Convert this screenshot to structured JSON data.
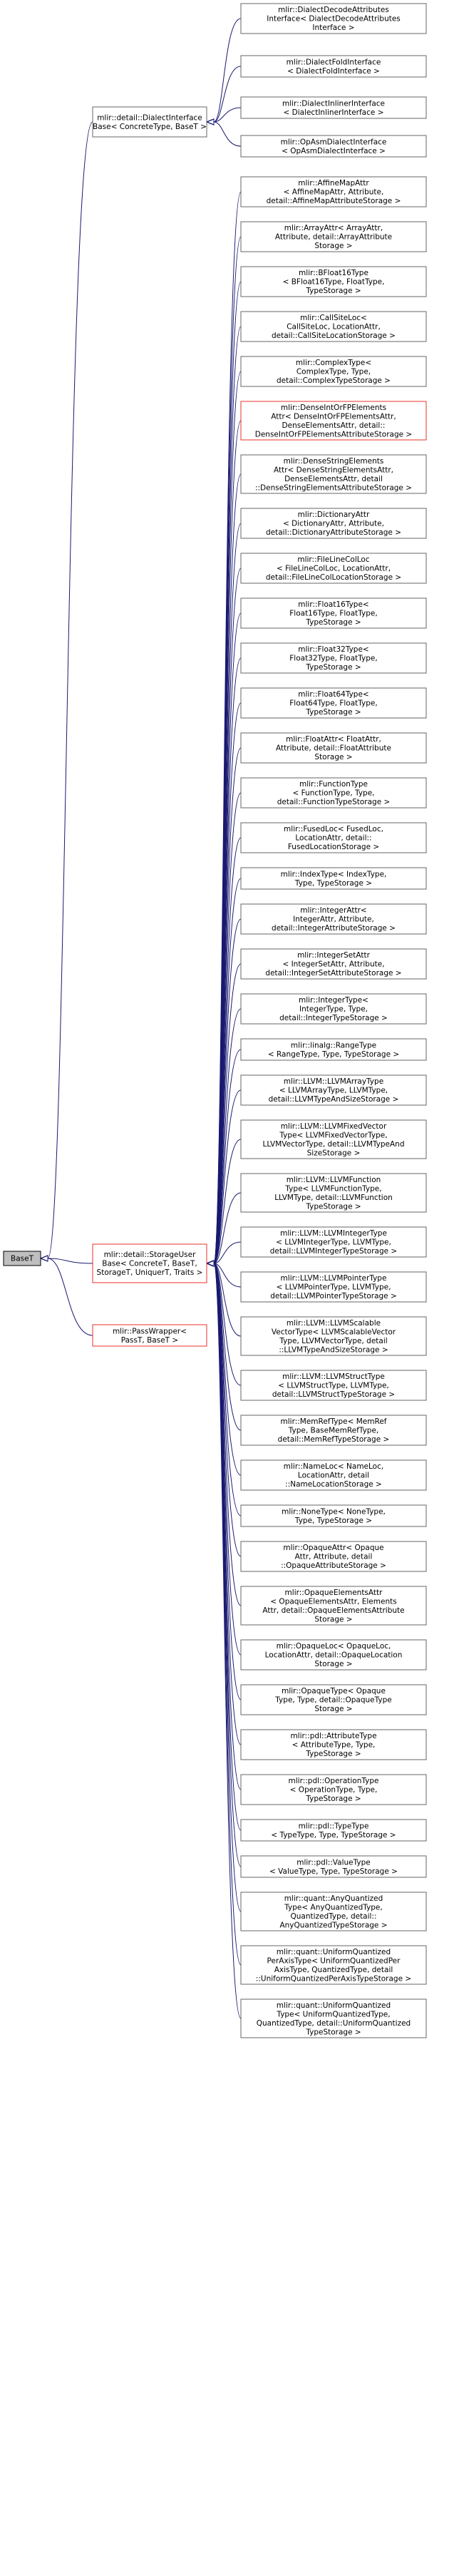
{
  "root": {
    "label": [
      "BaseT"
    ]
  },
  "mid_nodes": [
    {
      "id": "dialect",
      "label": [
        "mlir::detail::DialectInterface",
        "Base< ConcreteType, BaseT >"
      ],
      "highlight": false
    },
    {
      "id": "storage",
      "label": [
        "mlir::detail::StorageUser",
        "Base< ConcreteT, BaseT,",
        "StorageT, UniquerT, Traits >"
      ],
      "highlight": true
    },
    {
      "id": "pass",
      "label": [
        "mlir::PassWrapper<",
        "PassT, BaseT >"
      ],
      "highlight": true
    }
  ],
  "dialect_children": [
    {
      "label": [
        "mlir::DialectDecodeAttributes",
        "Interface< DialectDecodeAttributes",
        "Interface >"
      ],
      "highlight": false
    },
    {
      "label": [
        "mlir::DialectFoldInterface",
        "< DialectFoldInterface >"
      ],
      "highlight": false
    },
    {
      "label": [
        "mlir::DialectInlinerInterface",
        "< DialectInlinerInterface >"
      ],
      "highlight": false
    },
    {
      "label": [
        "mlir::OpAsmDialectInterface",
        "< OpAsmDialectInterface >"
      ],
      "highlight": false
    }
  ],
  "storage_children": [
    {
      "label": [
        "mlir::AffineMapAttr",
        "< AffineMapAttr, Attribute,",
        "detail::AffineMapAttributeStorage >"
      ],
      "highlight": false
    },
    {
      "label": [
        "mlir::ArrayAttr< ArrayAttr,",
        "Attribute, detail::ArrayAttribute",
        "Storage >"
      ],
      "highlight": false
    },
    {
      "label": [
        "mlir::BFloat16Type",
        "< BFloat16Type, FloatType,",
        "TypeStorage >"
      ],
      "highlight": false
    },
    {
      "label": [
        "mlir::CallSiteLoc<",
        "CallSiteLoc, LocationAttr,",
        "detail::CallSiteLocationStorage >"
      ],
      "highlight": false
    },
    {
      "label": [
        "mlir::ComplexType<",
        "ComplexType, Type,",
        "detail::ComplexTypeStorage >"
      ],
      "highlight": false
    },
    {
      "label": [
        "mlir::DenseIntOrFPElements",
        "Attr< DenseIntOrFPElementsAttr,",
        "DenseElementsAttr, detail::",
        "DenseIntOrFPElementsAttributeStorage >"
      ],
      "highlight": true
    },
    {
      "label": [
        "mlir::DenseStringElements",
        "Attr< DenseStringElementsAttr,",
        "DenseElementsAttr, detail",
        "::DenseStringElementsAttributeStorage >"
      ],
      "highlight": false
    },
    {
      "label": [
        "mlir::DictionaryAttr",
        "< DictionaryAttr, Attribute,",
        "detail::DictionaryAttributeStorage >"
      ],
      "highlight": false
    },
    {
      "label": [
        "mlir::FileLineColLoc",
        "< FileLineColLoc, LocationAttr,",
        "detail::FileLineColLocationStorage >"
      ],
      "highlight": false
    },
    {
      "label": [
        "mlir::Float16Type<",
        "Float16Type, FloatType,",
        "TypeStorage >"
      ],
      "highlight": false
    },
    {
      "label": [
        "mlir::Float32Type<",
        "Float32Type, FloatType,",
        "TypeStorage >"
      ],
      "highlight": false
    },
    {
      "label": [
        "mlir::Float64Type<",
        "Float64Type, FloatType,",
        "TypeStorage >"
      ],
      "highlight": false
    },
    {
      "label": [
        "mlir::FloatAttr< FloatAttr,",
        "Attribute, detail::FloatAttribute",
        "Storage >"
      ],
      "highlight": false
    },
    {
      "label": [
        "mlir::FunctionType",
        "< FunctionType, Type,",
        "detail::FunctionTypeStorage >"
      ],
      "highlight": false
    },
    {
      "label": [
        "mlir::FusedLoc< FusedLoc,",
        "LocationAttr, detail::",
        "FusedLocationStorage >"
      ],
      "highlight": false
    },
    {
      "label": [
        "mlir::IndexType< IndexType,",
        "Type, TypeStorage >"
      ],
      "highlight": false
    },
    {
      "label": [
        "mlir::IntegerAttr<",
        "IntegerAttr, Attribute,",
        "detail::IntegerAttributeStorage >"
      ],
      "highlight": false
    },
    {
      "label": [
        "mlir::IntegerSetAttr",
        "< IntegerSetAttr, Attribute,",
        "detail::IntegerSetAttributeStorage >"
      ],
      "highlight": false
    },
    {
      "label": [
        "mlir::IntegerType<",
        "IntegerType, Type,",
        "detail::IntegerTypeStorage >"
      ],
      "highlight": false
    },
    {
      "label": [
        "mlir::linalg::RangeType",
        "< RangeType, Type, TypeStorage >"
      ],
      "highlight": false
    },
    {
      "label": [
        "mlir::LLVM::LLVMArrayType",
        "< LLVMArrayType, LLVMType,",
        "detail::LLVMTypeAndSizeStorage >"
      ],
      "highlight": false
    },
    {
      "label": [
        "mlir::LLVM::LLVMFixedVector",
        "Type< LLVMFixedVectorType,",
        "LLVMVectorType, detail::LLVMTypeAnd",
        "SizeStorage >"
      ],
      "highlight": false
    },
    {
      "label": [
        "mlir::LLVM::LLVMFunction",
        "Type< LLVMFunctionType,",
        "LLVMType, detail::LLVMFunction",
        "TypeStorage >"
      ],
      "highlight": false
    },
    {
      "label": [
        "mlir::LLVM::LLVMIntegerType",
        "< LLVMIntegerType, LLVMType,",
        "detail::LLVMIntegerTypeStorage >"
      ],
      "highlight": false
    },
    {
      "label": [
        "mlir::LLVM::LLVMPointerType",
        "< LLVMPointerType, LLVMType,",
        "detail::LLVMPointerTypeStorage >"
      ],
      "highlight": false
    },
    {
      "label": [
        "mlir::LLVM::LLVMScalable",
        "VectorType< LLVMScalableVector",
        "Type, LLVMVectorType, detail",
        "::LLVMTypeAndSizeStorage >"
      ],
      "highlight": false
    },
    {
      "label": [
        "mlir::LLVM::LLVMStructType",
        "< LLVMStructType, LLVMType,",
        "detail::LLVMStructTypeStorage >"
      ],
      "highlight": false
    },
    {
      "label": [
        "mlir::MemRefType< MemRef",
        "Type, BaseMemRefType,",
        "detail::MemRefTypeStorage >"
      ],
      "highlight": false
    },
    {
      "label": [
        "mlir::NameLoc< NameLoc,",
        "LocationAttr, detail",
        "::NameLocationStorage >"
      ],
      "highlight": false
    },
    {
      "label": [
        "mlir::NoneType< NoneType,",
        "Type, TypeStorage >"
      ],
      "highlight": false
    },
    {
      "label": [
        "mlir::OpaqueAttr< Opaque",
        "Attr, Attribute, detail",
        "::OpaqueAttributeStorage >"
      ],
      "highlight": false
    },
    {
      "label": [
        "mlir::OpaqueElementsAttr",
        "< OpaqueElementsAttr, Elements",
        "Attr, detail::OpaqueElementsAttribute",
        "Storage >"
      ],
      "highlight": false
    },
    {
      "label": [
        "mlir::OpaqueLoc< OpaqueLoc,",
        "LocationAttr, detail::OpaqueLocation",
        "Storage >"
      ],
      "highlight": false
    },
    {
      "label": [
        "mlir::OpaqueType< Opaque",
        "Type, Type, detail::OpaqueType",
        "Storage >"
      ],
      "highlight": false
    },
    {
      "label": [
        "mlir::pdl::AttributeType",
        "< AttributeType, Type,",
        "TypeStorage >"
      ],
      "highlight": false
    },
    {
      "label": [
        "mlir::pdl::OperationType",
        "< OperationType, Type,",
        "TypeStorage >"
      ],
      "highlight": false
    },
    {
      "label": [
        "mlir::pdl::TypeType",
        "< TypeType, Type, TypeStorage >"
      ],
      "highlight": false
    },
    {
      "label": [
        "mlir::pdl::ValueType",
        "< ValueType, Type, TypeStorage >"
      ],
      "highlight": false
    },
    {
      "label": [
        "mlir::quant::AnyQuantized",
        "Type< AnyQuantizedType,",
        "QuantizedType, detail::",
        "AnyQuantizedTypeStorage >"
      ],
      "highlight": false
    },
    {
      "label": [
        "mlir::quant::UniformQuantized",
        "PerAxisType< UniformQuantizedPer",
        "AxisType, QuantizedType, detail",
        "::UniformQuantizedPerAxisTypeStorage >"
      ],
      "highlight": false
    },
    {
      "label": [
        "mlir::quant::UniformQuantized",
        "Type< UniformQuantizedType,",
        "QuantizedType, detail::UniformQuantized",
        "TypeStorage >"
      ],
      "highlight": false
    }
  ]
}
